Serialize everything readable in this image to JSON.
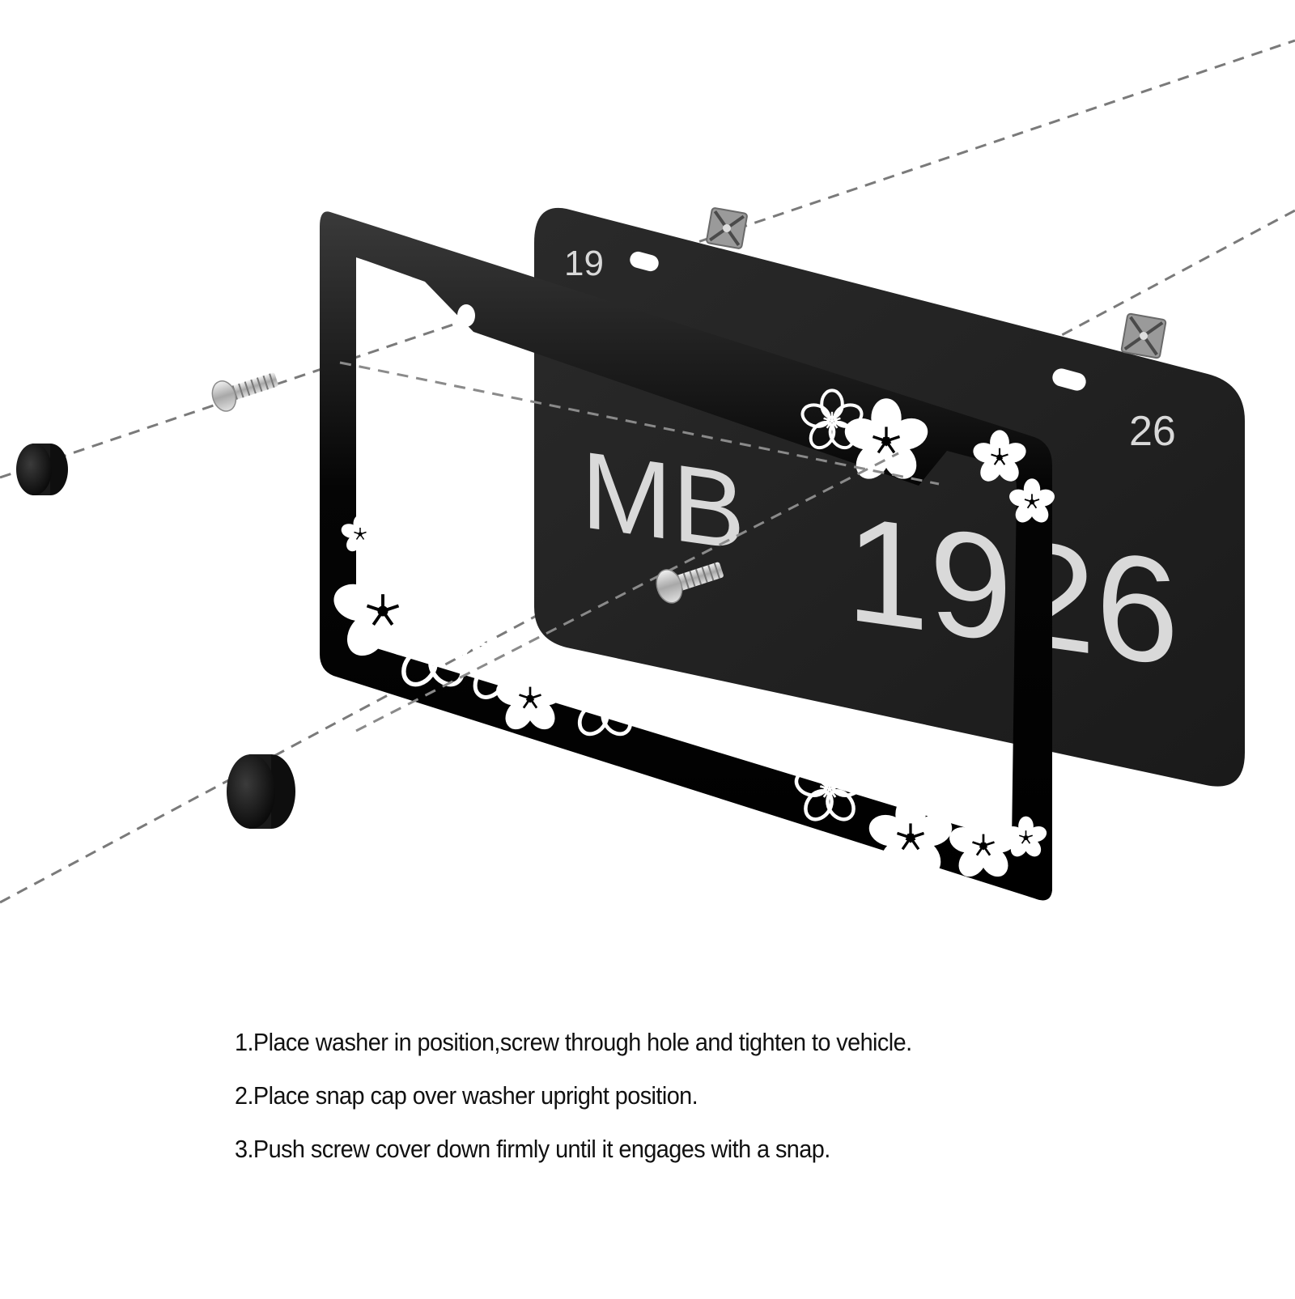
{
  "diagram": {
    "type": "exploded-installation-diagram",
    "subject": "license plate frame installation",
    "background_color": "#ffffff",
    "guide_line_color": "#7a7a7a",
    "plate": {
      "color": "#1f1f1f",
      "text_color": "#d9d9d9",
      "top_left_label": "19",
      "top_right_label": "26",
      "main_prefix": "MB",
      "main_number": "1926"
    },
    "frame": {
      "color": "#050505",
      "pattern": "white hibiscus flowers",
      "pattern_color": "#ffffff"
    },
    "parts": [
      {
        "name": "snap cap",
        "count": 2,
        "color": "#111111"
      },
      {
        "name": "screw",
        "count": 2,
        "color": "#c8c8c8"
      },
      {
        "name": "square nut clip",
        "count": 2,
        "color": "#8a8a8a"
      }
    ]
  },
  "instructions": {
    "steps": [
      "1.Place washer in position,screw through hole and tighten to vehicle.",
      "2.Place snap cap over washer upright position.",
      "3.Push screw cover down firmly until it engages with a snap."
    ]
  }
}
